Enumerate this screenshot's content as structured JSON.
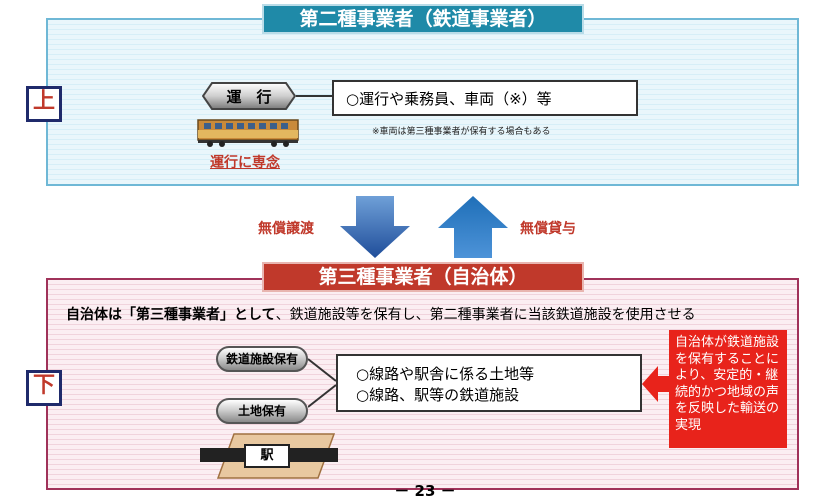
{
  "upper": {
    "header": "第二種事業者（鉄道事業者）",
    "tag": "上",
    "operation_label": "運　行",
    "operation_desc": "○運行や乗務員、車両（※）等",
    "note": "※車両は第三種事業者が保有する場合もある",
    "focus": "運行に専念"
  },
  "middle": {
    "left_label": "無償譲渡",
    "right_label": "無償貸与"
  },
  "lower": {
    "header": "第三種事業者（自治体）",
    "tag": "下",
    "statement_bold": "自治体は「第三種事業者」として",
    "statement_rest": "、鉄道施設等を保有し、第二種事業者に当該鉄道施設を使用させる",
    "pill1": "鉄道施設保有",
    "pill2": "土地保有",
    "desc_line1": "○線路や駅舎に係る土地等",
    "desc_line2": "○線路、駅等の鉄道施設",
    "station": "駅",
    "right_note": "自治体が鉄道施設を保有することにより、安定的・継続的かつ地域の声を反映した輸送の実現"
  },
  "page_number": "－ 23 －",
  "colors": {
    "blue": "#1f8aa8",
    "red": "#c0392b",
    "navy": "#1f2a6b",
    "bright_red": "#e8231b"
  }
}
